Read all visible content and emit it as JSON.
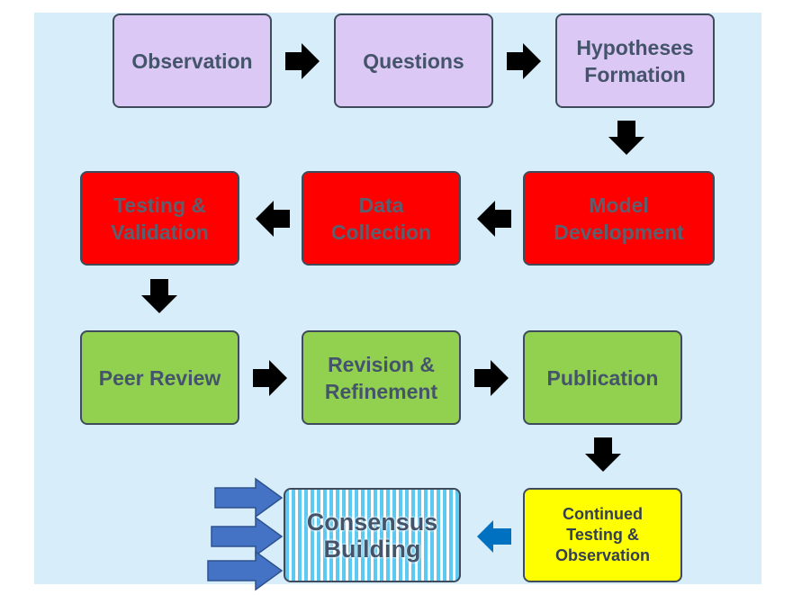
{
  "diagram": {
    "nodes": {
      "observation": "Observation",
      "questions": "Questions",
      "hypotheses": "Hypotheses\nFormation",
      "model": "Model\nDevelopment",
      "data_collection": "Data\nCollection",
      "testing": "Testing &\nValidation",
      "peer_review": "Peer Review",
      "revision": "Revision &\nRefinement",
      "publication": "Publication",
      "continued": "Continued\nTesting &\nObservation",
      "consensus": "Consensus\nBuilding"
    },
    "colors": {
      "background": "#d7eefa",
      "lavender": "#dcc8f4",
      "red": "#ff0000",
      "green": "#92d050",
      "yellow": "#ffff00",
      "stripe": "#5dc8f0",
      "arrow": "#000000",
      "blue_arrow": "#4472c4",
      "small_blue_arrow": "#0070c0"
    }
  }
}
